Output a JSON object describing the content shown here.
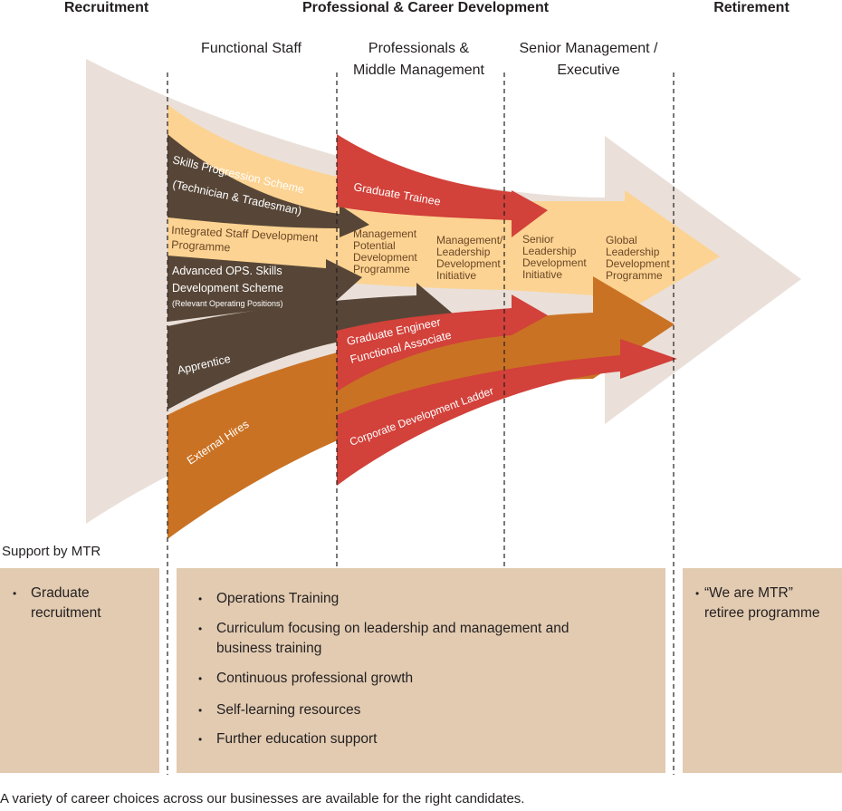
{
  "phases": {
    "recruitment": "Recruitment",
    "development": "Professional & Career Development",
    "retirement": "Retirement"
  },
  "stages": {
    "functional": "Functional Staff",
    "middle_line1": "Professionals &",
    "middle_line2": "Middle Management",
    "senior_line1": "Senior Management /",
    "senior_line2": "Executive"
  },
  "streams": {
    "skills1": "Skills Progression Scheme",
    "skills2": "(Technician & Tradesman)",
    "integrated1": "Integrated Staff Development",
    "integrated2": "Programme",
    "advanced1": "Advanced OPS. Skills",
    "advanced2": "Development Scheme",
    "advanced3": "(Relevant Operating Positions)",
    "apprentice": "Apprentice",
    "external": "External Hires",
    "graduate_trainee": "Graduate Trainee",
    "grad_engineer1": "Graduate Engineer",
    "grad_engineer2": "Functional Associate",
    "corporate_ladder": "Corporate Development Ladder"
  },
  "programmes": {
    "mpdp": [
      "Management",
      "Potential",
      "Development",
      "Programme"
    ],
    "mldi": [
      "Management/",
      "Leadership",
      "Development",
      "Initiative"
    ],
    "sldi": [
      "Senior",
      "Leadership",
      "Development",
      "Initiative"
    ],
    "gldp": [
      "Global",
      "Leadership",
      "Development",
      "Programme"
    ]
  },
  "support": {
    "label": "Support by MTR",
    "recruitment": [
      "Graduate",
      "recruitment"
    ],
    "development": [
      "Operations Training",
      "Curriculum focusing on leadership and management and",
      "business training",
      "Continuous professional growth",
      "Self-learning resources",
      "Further education support"
    ],
    "retirement": [
      "“We are MTR”",
      "retiree programme"
    ]
  },
  "footer": "A variety of career choices across our businesses are available for the right candidates.",
  "colors": {
    "big_arrow": "#eae0d9",
    "light_band": "#fcd392",
    "dark_band": "#574637",
    "orange_band": "#ca7223",
    "red_band": "#d2413a",
    "support_box": "#e2cbb1"
  }
}
